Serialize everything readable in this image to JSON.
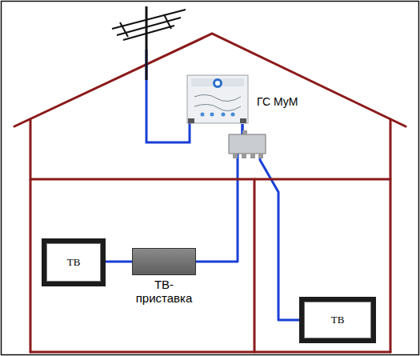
{
  "diagram": {
    "nodes": [
      {
        "text": [
          "ГС МуМ"
        ]
      },
      {
        "text": [
          "ТВ"
        ]
      },
      {
        "text": [
          "ТВ-приставка"
        ]
      },
      {
        "text": [
          "ТВ"
        ]
      }
    ],
    "edges": [
      {
        "from": 0,
        "to": 2,
        "arrow": "none"
      },
      {
        "from": 0,
        "to": 3,
        "arrow": "none"
      },
      {
        "from": 2,
        "to": 1,
        "arrow": "none"
      }
    ]
  }
}
